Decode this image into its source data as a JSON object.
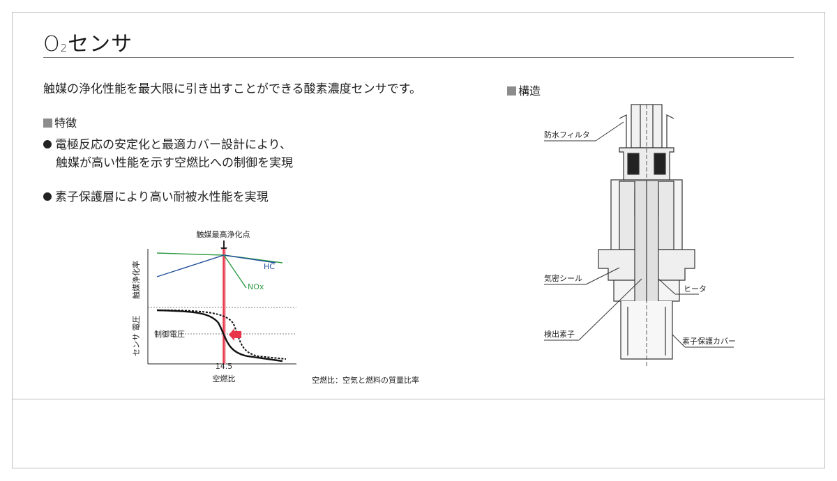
{
  "title": {
    "prefix": "O",
    "sub": "2",
    "suffix": "センサ"
  },
  "lead": "触媒の浄化性能を最大限に引き出すことができる酸素濃度センサです。",
  "features": {
    "heading": "特徴",
    "bullet1_line1": "電極反応の安定化と最適カバー設計により、",
    "bullet1_line2": "触媒が高い性能を示す空燃比への制御を実現",
    "bullet2": "素子保護層により高い耐被水性能を実現"
  },
  "structure": {
    "heading": "構造",
    "labels": {
      "filter": "防水フィルタ",
      "seal": "気密シール",
      "heater": "ヒータ",
      "element": "検出素子",
      "cover": "素子保護カバー"
    }
  },
  "chart_data": {
    "type": "line",
    "top_label": "触媒最高浄化点",
    "ylabel_top": "触媒浄化率",
    "ylabel_bottom": "センサ 電圧",
    "xlabel": "空燃比",
    "x_tick": "14.5",
    "control_label": "制御電圧",
    "series_labels": {
      "hc": "HC",
      "nox": "NOx"
    },
    "colors": {
      "hc": "#1f4e9c",
      "nox": "#2e9c46",
      "co": "#2e9c46",
      "marker": "#e8354a"
    }
  },
  "footnote": "空燃比：空気と燃料の質量比率"
}
